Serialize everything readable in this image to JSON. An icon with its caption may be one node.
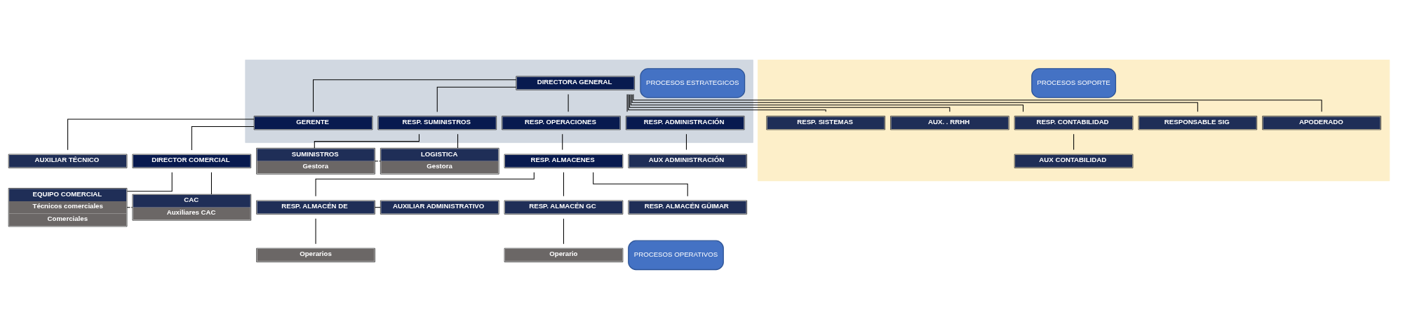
{
  "diagram": {
    "nodes": [
      {
        "text": [],
        "shape": "band"
      },
      {
        "text": [
          "PROCESOS ESTRATEGICOS"
        ],
        "in": 0
      },
      {
        "text": [
          "DIRECTORA GENERAL"
        ],
        "in": 0
      },
      {
        "text": [
          "GERENTE"
        ],
        "in": 0
      },
      {
        "text": [
          "RESP. SUMINISTROS"
        ],
        "in": 0
      },
      {
        "text": [
          "RESP. OPERACIONES"
        ],
        "in": 0
      },
      {
        "text": [
          "RESP. ADMINISTRACIÓN"
        ],
        "in": 0
      },
      {
        "text": [
          "AUXILIAR TÉCNICO"
        ]
      },
      {
        "text": [
          "SUMINISTROS",
          "Gestora"
        ]
      },
      {
        "text": [
          "LOGISTICA",
          "Gestora"
        ]
      },
      {
        "text": [
          "RESP. ALMACENES"
        ]
      },
      {
        "text": [
          "AUX ADMINISTRACIÓN"
        ]
      },
      {
        "text": [
          "DIRECTOR COMERCIAL"
        ]
      },
      {
        "text": [
          "EQUIPO COMERCIAL",
          "Técnicos comerciales",
          "Comerciales"
        ]
      },
      {
        "text": [
          "CAC",
          "Auxiliares CAC"
        ]
      },
      {
        "text": [
          "AUXILIAR ADMINISTRATIVO"
        ]
      },
      {
        "text": [
          "RESP. ALMACÉN DE"
        ]
      },
      {
        "text": [
          "RESP. ALMACÉN GC"
        ]
      },
      {
        "text": [
          "RESP. ALMACÉN GÜIMAR"
        ]
      },
      {
        "text": [
          "Operarios"
        ]
      },
      {
        "text": [
          "Operario"
        ]
      },
      {
        "text": [
          "PROCESOS OPERATIVOS"
        ]
      },
      {
        "text": [],
        "shape": "band"
      },
      {
        "text": [
          "PROCESOS SOPORTE"
        ],
        "in": 22
      },
      {
        "text": [
          "APODERADO"
        ],
        "in": 22
      },
      {
        "text": [
          "RESPONSABLE SIG"
        ],
        "in": 22
      },
      {
        "text": [
          "RESP. CONTABILIDAD"
        ],
        "in": 22
      },
      {
        "text": [
          "AUX CONTABILIDAD"
        ],
        "in": 22
      },
      {
        "text": [
          "AUX. . RRHH"
        ],
        "in": 22
      },
      {
        "text": [
          "RESP. SISTEMAS"
        ],
        "in": 22
      }
    ],
    "edges": [
      {
        "from": 2,
        "to": 24,
        "arrow": "none"
      },
      {
        "from": 2,
        "to": 25,
        "arrow": "none"
      },
      {
        "from": 2,
        "to": 26,
        "arrow": "none"
      },
      {
        "from": 2,
        "to": 28,
        "arrow": "none"
      },
      {
        "from": 2,
        "to": 29,
        "arrow": "none"
      },
      {
        "from": 2,
        "to": 3,
        "arrow": "none"
      },
      {
        "from": 2,
        "to": 4,
        "arrow": "none"
      },
      {
        "from": 2,
        "to": 5,
        "arrow": "none"
      },
      {
        "from": 2,
        "to": 6,
        "arrow": "none"
      },
      {
        "from": 3,
        "to": 7,
        "arrow": "none"
      },
      {
        "from": 3,
        "to": 12,
        "arrow": "none"
      },
      {
        "from": 12,
        "to": 13,
        "arrow": "none"
      },
      {
        "from": 12,
        "to": 14,
        "arrow": "none"
      },
      {
        "from": 13,
        "to": 14,
        "arrow": "none",
        "style": "dashed"
      },
      {
        "from": 4,
        "to": 8,
        "arrow": "none"
      },
      {
        "from": 4,
        "to": 9,
        "arrow": "none"
      },
      {
        "from": 8,
        "to": 9,
        "arrow": "none",
        "style": "dashed"
      },
      {
        "from": 5,
        "to": 10,
        "arrow": "none"
      },
      {
        "from": 10,
        "to": 16,
        "arrow": "none"
      },
      {
        "from": 10,
        "to": 17,
        "arrow": "none"
      },
      {
        "from": 10,
        "to": 18,
        "arrow": "none"
      },
      {
        "from": 16,
        "to": 15,
        "arrow": "none"
      },
      {
        "from": 16,
        "to": 19,
        "arrow": "none"
      },
      {
        "from": 17,
        "to": 20,
        "arrow": "none"
      },
      {
        "from": 6,
        "to": 11,
        "arrow": "none"
      },
      {
        "from": 26,
        "to": 27,
        "arrow": "none"
      }
    ]
  }
}
